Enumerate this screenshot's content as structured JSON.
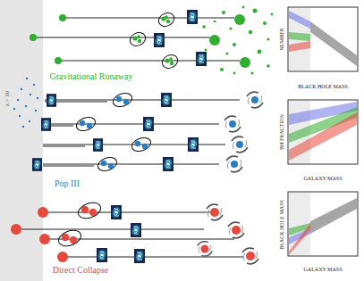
{
  "diagram": {
    "labels": [
      "z > 10",
      "Gravitational Runaway",
      "Pop III",
      "Direct Collapse",
      "NUMBER",
      "BLACK HOLE MASS",
      "BH FRACTION",
      "GALAXY MASS",
      "BLACK HOLE MASS",
      "GALAXY MASS"
    ]
  }
}
